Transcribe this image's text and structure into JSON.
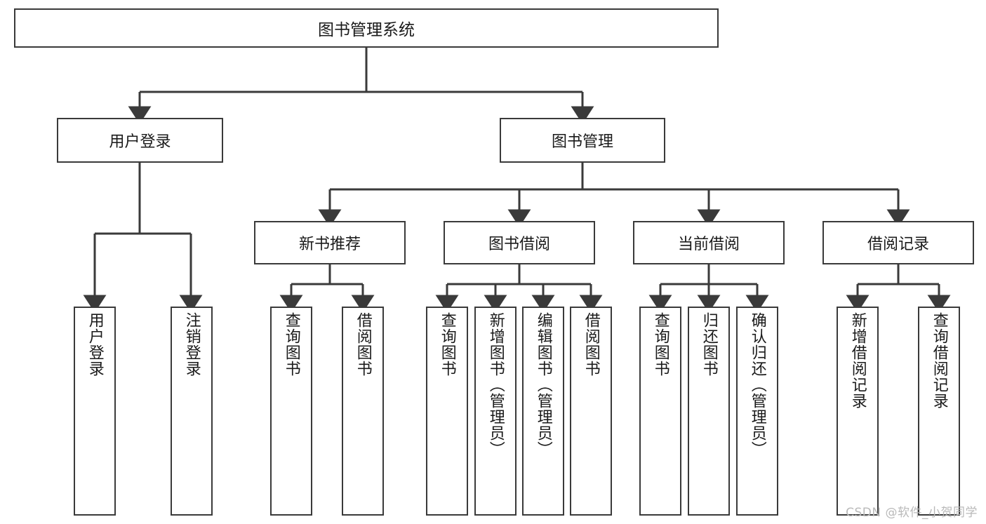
{
  "diagram": {
    "title": "图书管理系统",
    "type": "tree-hierarchy-chart",
    "root": {
      "label": "图书管理系统"
    },
    "level2": [
      {
        "label": "用户登录"
      },
      {
        "label": "图书管理"
      }
    ],
    "level3": [
      {
        "label": "新书推荐"
      },
      {
        "label": "图书借阅"
      },
      {
        "label": "当前借阅"
      },
      {
        "label": "借阅记录"
      }
    ],
    "leaves": {
      "user_login": [
        {
          "label": "用户登录"
        },
        {
          "label": "注销登录"
        }
      ],
      "new_book_recommend": [
        {
          "label": "查询图书"
        },
        {
          "label": "借阅图书"
        }
      ],
      "book_borrow": [
        {
          "label": "查询图书"
        },
        {
          "label": "新增图书（管理员）"
        },
        {
          "label": "编辑图书（管理员）"
        },
        {
          "label": "借阅图书"
        }
      ],
      "current_borrow": [
        {
          "label": "查询图书"
        },
        {
          "label": "归还图书"
        },
        {
          "label": "确认归还（管理员）"
        }
      ],
      "borrow_record": [
        {
          "label": "新增借阅记录"
        },
        {
          "label": "查询借阅记录"
        }
      ]
    }
  },
  "watermark": {
    "text": "CSDN @软件_小贺同学"
  },
  "colors": {
    "border": "#3a3a3a",
    "background": "#ffffff",
    "text": "#1a1a1a",
    "watermark": "#b9b9b9"
  }
}
